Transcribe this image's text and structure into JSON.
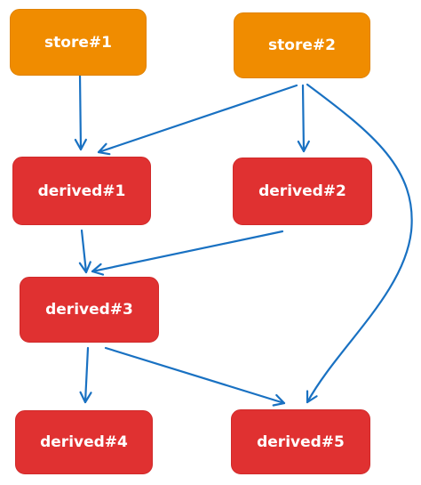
{
  "diagram": {
    "arrow_color": "#1971c2",
    "nodes": {
      "store1": {
        "label": "store#1",
        "color": "#f08c00"
      },
      "store2": {
        "label": "store#2",
        "color": "#f08c00"
      },
      "derived1": {
        "label": "derived#1",
        "color": "#e03131"
      },
      "derived2": {
        "label": "derived#2",
        "color": "#e03131"
      },
      "derived3": {
        "label": "derived#3",
        "color": "#e03131"
      },
      "derived4": {
        "label": "derived#4",
        "color": "#e03131"
      },
      "derived5": {
        "label": "derived#5",
        "color": "#e03131"
      }
    },
    "edges": [
      {
        "from": "store1",
        "to": "derived1"
      },
      {
        "from": "store2",
        "to": "derived1"
      },
      {
        "from": "store2",
        "to": "derived2"
      },
      {
        "from": "store2",
        "to": "derived5"
      },
      {
        "from": "derived1",
        "to": "derived3"
      },
      {
        "from": "derived2",
        "to": "derived3"
      },
      {
        "from": "derived3",
        "to": "derived4"
      },
      {
        "from": "derived3",
        "to": "derived5"
      }
    ]
  }
}
